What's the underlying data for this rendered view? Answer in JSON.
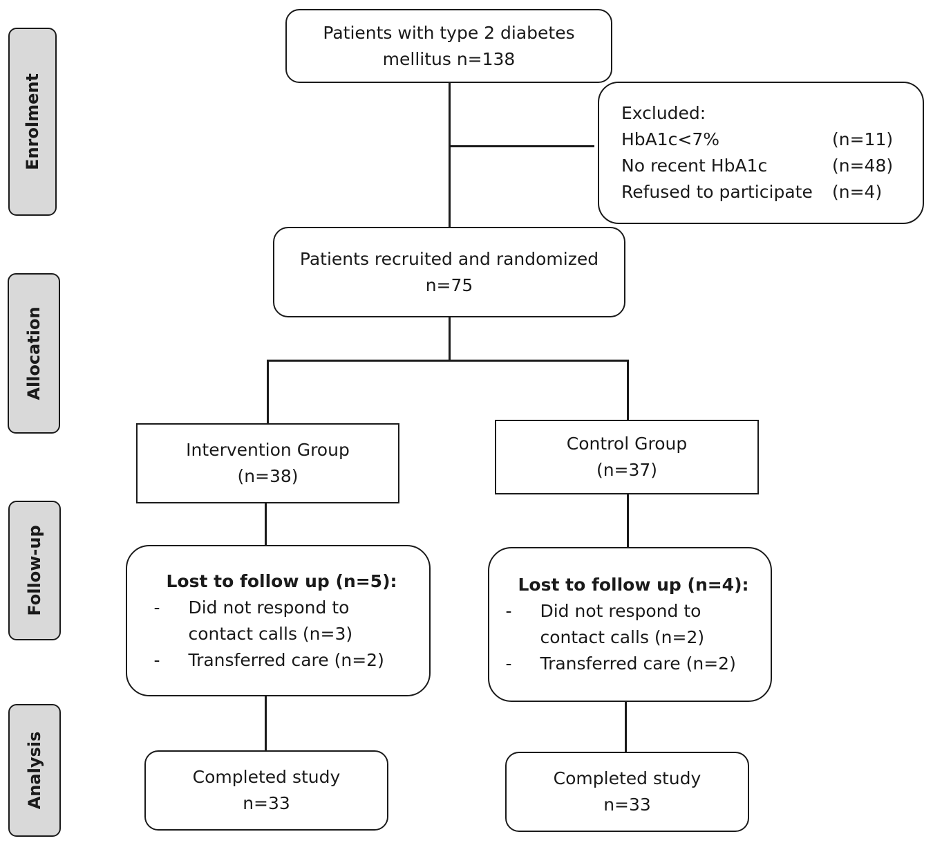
{
  "stages": [
    "Enrolment",
    "Allocation",
    "Follow-up",
    "Analysis"
  ],
  "enrolment_box": {
    "line1": "Patients with type 2 diabetes",
    "line2": "mellitus n=138"
  },
  "excluded_box": {
    "title": "Excluded:",
    "items": [
      {
        "label": "HbA1c<7%",
        "count": "(n=11)"
      },
      {
        "label": "No recent HbA1c",
        "count": "(n=48)"
      },
      {
        "label": "Refused to participate",
        "count": "(n=4)"
      }
    ]
  },
  "randomized_box": {
    "line1": "Patients recruited and randomized",
    "line2": "n=75"
  },
  "intervention_box": {
    "line1": "Intervention Group",
    "line2": "(n=38)"
  },
  "control_box": {
    "line1": "Control Group",
    "line2": "(n=37)"
  },
  "lost_intervention": {
    "title": "Lost to follow up (n=5):",
    "items": [
      {
        "dash": "-",
        "text": "Did not respond to\ncontact calls (n=3)"
      },
      {
        "dash": "-",
        "text": "Transferred care (n=2)"
      }
    ]
  },
  "lost_control": {
    "title": "Lost to follow up (n=4):",
    "items": [
      {
        "dash": "-",
        "text": "Did not respond to\ncontact calls (n=2)"
      },
      {
        "dash": "-",
        "text": "Transferred care (n=2)"
      }
    ]
  },
  "completed_intervention": {
    "line1": "Completed study",
    "line2": "n=33"
  },
  "completed_control": {
    "line1": "Completed study",
    "line2": "n=33"
  }
}
